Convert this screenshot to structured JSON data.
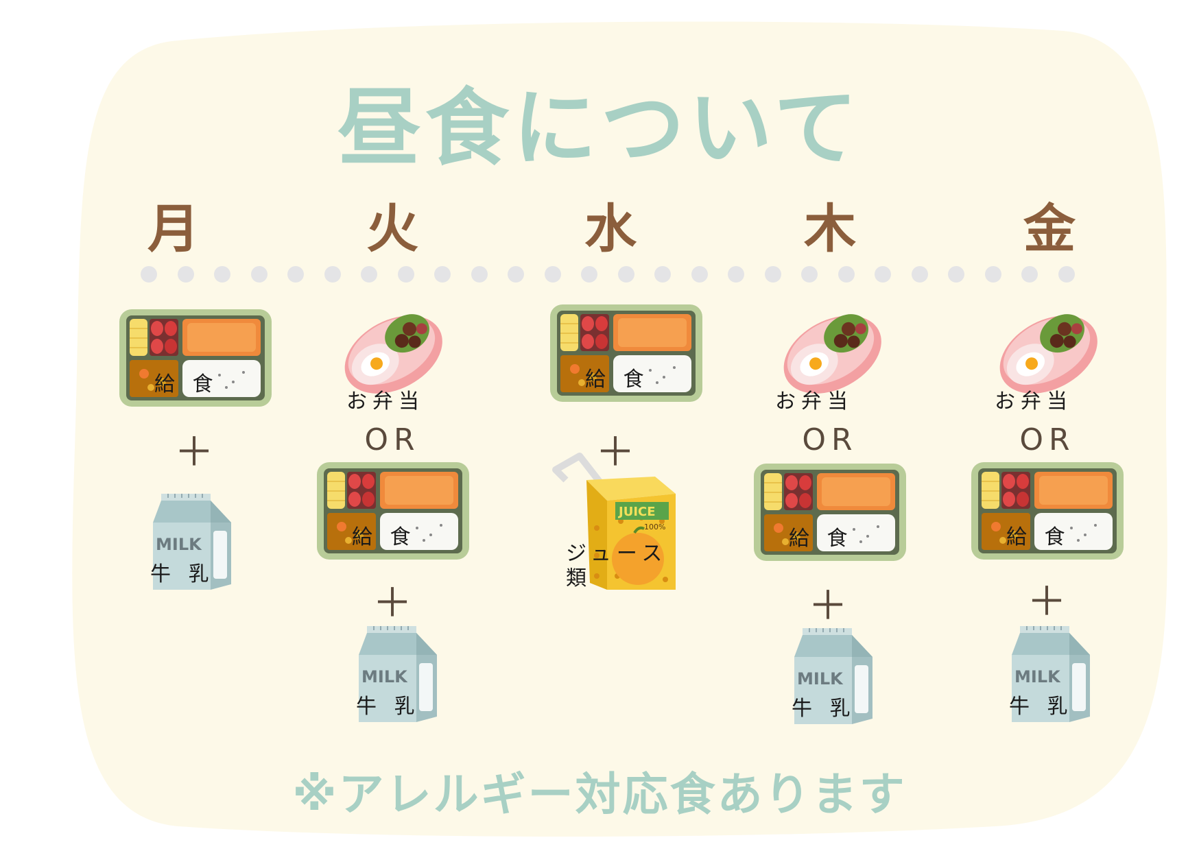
{
  "title": "昼食について",
  "note": "※アレルギー対応食あります",
  "days": [
    "月",
    "火",
    "水",
    "木",
    "金"
  ],
  "labels": {
    "kyushoku": "給 食",
    "obento": "お弁当",
    "milk": "牛 乳",
    "juice": "ジュース類",
    "plus": "＋",
    "or": "OR",
    "milk_carton_text": "MILK",
    "juice_box_text": "JUICE",
    "juice_percent": "100%"
  },
  "colors": {
    "background_blob": "#fdf9e8",
    "title": "#a8d0c4",
    "note": "#a8d0c4",
    "day_label": "#8b5e3c",
    "operator": "#5a4a3c",
    "milk_carton": "#b8d4d6",
    "lunch_tray": "#b8cc98",
    "bento_box": "#f3a0a2",
    "juice_box": "#f4c430"
  }
}
